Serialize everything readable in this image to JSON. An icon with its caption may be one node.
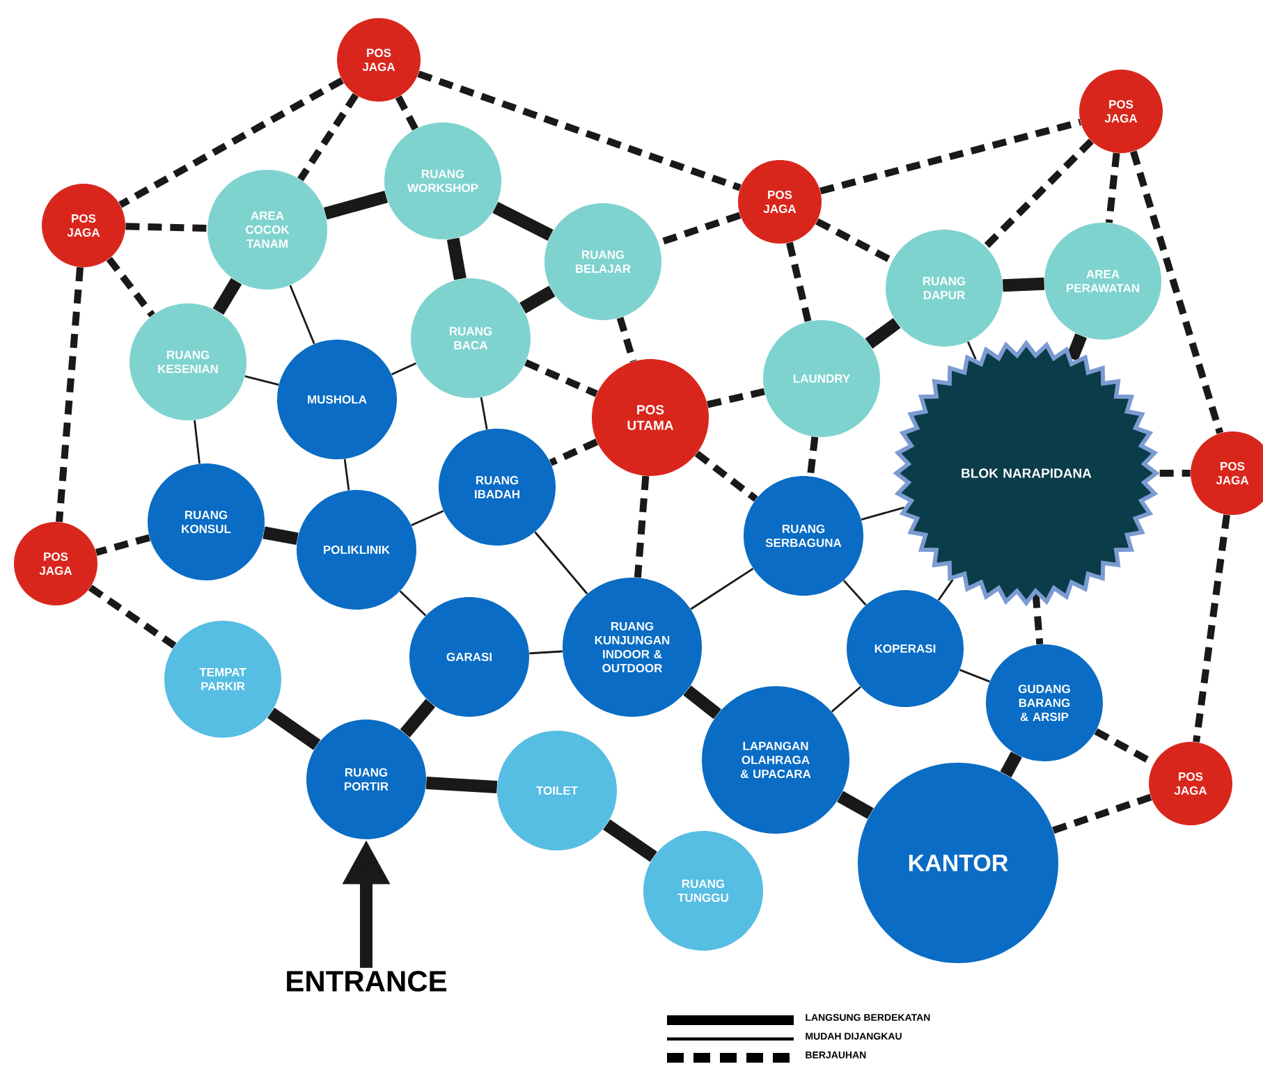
{
  "diagram": {
    "nodes": [
      {
        "text": [
          "POS JAGA"
        ]
      },
      {
        "text": [
          "POS JAGA"
        ]
      },
      {
        "text": [
          "AREA COCOK TANAM"
        ]
      },
      {
        "text": [
          "RUANG WORKSHOP"
        ]
      },
      {
        "text": [
          "POS JAGA"
        ]
      },
      {
        "text": [
          "POS JAGA"
        ]
      },
      {
        "text": [
          "RUANG BELAJAR"
        ]
      },
      {
        "text": [
          "RUANG DAPUR"
        ]
      },
      {
        "text": [
          "AREA PERAWATAN"
        ]
      },
      {
        "text": [
          "RUANG KESENIAN"
        ]
      },
      {
        "text": [
          "MUSHOLA"
        ]
      },
      {
        "text": [
          "RUANG BACA"
        ]
      },
      {
        "text": [
          "POS UTAMA"
        ]
      },
      {
        "text": [
          "LAUNDRY"
        ]
      },
      {
        "text": [
          "BLOK NARAPIDANA"
        ]
      },
      {
        "text": [
          "POS JAGA"
        ]
      },
      {
        "text": [
          "RUANG KONSUL"
        ]
      },
      {
        "text": [
          "POLIKLINIK"
        ]
      },
      {
        "text": [
          "RUANG IBADAH"
        ]
      },
      {
        "text": [
          "POS JAGA"
        ]
      },
      {
        "text": [
          "RUANG SERBAGUNA"
        ]
      },
      {
        "text": [
          "TEMPAT PARKIR"
        ]
      },
      {
        "text": [
          "GARASI"
        ]
      },
      {
        "text": [
          "RUANG KUNJUNGAN INDOOR & OUTDOOR"
        ]
      },
      {
        "text": [
          "KOPERASI"
        ]
      },
      {
        "text": [
          "GUDANG BARANG & ARSIP"
        ]
      },
      {
        "text": [
          "RUANG PORTIR"
        ]
      },
      {
        "text": [
          "TOILET"
        ]
      },
      {
        "text": [
          "LAPANGAN OLAHRAGA & UPACARA"
        ]
      },
      {
        "text": [
          "POS JAGA"
        ]
      },
      {
        "text": [
          "RUANG TUNGGU"
        ]
      },
      {
        "text": [
          "KANTOR"
        ]
      },
      {
        "text": [
          "ENTRANCE"
        ]
      }
    ],
    "edges": [
      {
        "from": 0,
        "to": 1,
        "arrow": "none",
        "style": "dashed"
      },
      {
        "from": 0,
        "to": 2,
        "arrow": "none",
        "style": "dashed"
      },
      {
        "from": 0,
        "to": 3,
        "arrow": "none",
        "style": "dashed"
      },
      {
        "from": 0,
        "to": 4,
        "arrow": "none",
        "style": "dashed"
      },
      {
        "from": 1,
        "to": 2,
        "arrow": "none",
        "style": "dashed"
      },
      {
        "from": 1,
        "to": 9,
        "arrow": "none",
        "style": "dashed"
      },
      {
        "from": 1,
        "to": 19,
        "arrow": "none",
        "style": "dashed"
      },
      {
        "from": 2,
        "to": 3,
        "arrow": "none",
        "style": "thick"
      },
      {
        "from": 2,
        "to": 9,
        "arrow": "none",
        "style": "thick"
      },
      {
        "from": 2,
        "to": 10,
        "arrow": "none"
      },
      {
        "from": 3,
        "to": 6,
        "arrow": "none",
        "style": "thick"
      },
      {
        "from": 3,
        "to": 11,
        "arrow": "none",
        "style": "thick"
      },
      {
        "from": 4,
        "to": 6,
        "arrow": "none",
        "style": "dashed"
      },
      {
        "from": 4,
        "to": 5,
        "arrow": "none",
        "style": "dashed"
      },
      {
        "from": 4,
        "to": 7,
        "arrow": "none",
        "style": "dashed"
      },
      {
        "from": 4,
        "to": 13,
        "arrow": "none",
        "style": "dashed"
      },
      {
        "from": 5,
        "to": 7,
        "arrow": "none",
        "style": "dashed"
      },
      {
        "from": 5,
        "to": 8,
        "arrow": "none",
        "style": "dashed"
      },
      {
        "from": 5,
        "to": 15,
        "arrow": "none",
        "style": "dashed"
      },
      {
        "from": 6,
        "to": 11,
        "arrow": "none",
        "style": "thick"
      },
      {
        "from": 6,
        "to": 12,
        "arrow": "none",
        "style": "dashed"
      },
      {
        "from": 7,
        "to": 8,
        "arrow": "none",
        "style": "thick"
      },
      {
        "from": 7,
        "to": 13,
        "arrow": "none",
        "style": "thick"
      },
      {
        "from": 7,
        "to": 14,
        "arrow": "none"
      },
      {
        "from": 8,
        "to": 14,
        "arrow": "none",
        "style": "thick"
      },
      {
        "from": 9,
        "to": 10,
        "arrow": "none"
      },
      {
        "from": 9,
        "to": 16,
        "arrow": "none"
      },
      {
        "from": 10,
        "to": 11,
        "arrow": "none"
      },
      {
        "from": 10,
        "to": 17,
        "arrow": "none"
      },
      {
        "from": 11,
        "to": 12,
        "arrow": "none",
        "style": "dashed"
      },
      {
        "from": 11,
        "to": 18,
        "arrow": "none"
      },
      {
        "from": 12,
        "to": 13,
        "arrow": "none",
        "style": "dashed"
      },
      {
        "from": 12,
        "to": 18,
        "arrow": "none",
        "style": "dashed"
      },
      {
        "from": 12,
        "to": 20,
        "arrow": "none",
        "style": "dashed"
      },
      {
        "from": 12,
        "to": 23,
        "arrow": "none",
        "style": "dashed"
      },
      {
        "from": 13,
        "to": 20,
        "arrow": "none",
        "style": "dashed"
      },
      {
        "from": 14,
        "to": 15,
        "arrow": "none",
        "style": "dashed"
      },
      {
        "from": 14,
        "to": 20,
        "arrow": "none"
      },
      {
        "from": 14,
        "to": 24,
        "arrow": "none"
      },
      {
        "from": 14,
        "to": 25,
        "arrow": "none",
        "style": "dashed"
      },
      {
        "from": 15,
        "to": 29,
        "arrow": "none",
        "style": "dashed"
      },
      {
        "from": 16,
        "to": 17,
        "arrow": "none",
        "style": "thick"
      },
      {
        "from": 16,
        "to": 19,
        "arrow": "none",
        "style": "dashed"
      },
      {
        "from": 17,
        "to": 18,
        "arrow": "none"
      },
      {
        "from": 17,
        "to": 22,
        "arrow": "none"
      },
      {
        "from": 18,
        "to": 23,
        "arrow": "none"
      },
      {
        "from": 19,
        "to": 21,
        "arrow": "none",
        "style": "dashed"
      },
      {
        "from": 20,
        "to": 23,
        "arrow": "none"
      },
      {
        "from": 20,
        "to": 24,
        "arrow": "none"
      },
      {
        "from": 21,
        "to": 26,
        "arrow": "none",
        "style": "thick"
      },
      {
        "from": 22,
        "to": 23,
        "arrow": "none"
      },
      {
        "from": 22,
        "to": 26,
        "arrow": "none",
        "style": "thick"
      },
      {
        "from": 23,
        "to": 28,
        "arrow": "none",
        "style": "thick"
      },
      {
        "from": 24,
        "to": 28,
        "arrow": "none"
      },
      {
        "from": 24,
        "to": 25,
        "arrow": "none"
      },
      {
        "from": 25,
        "to": 31,
        "arrow": "none",
        "style": "thick"
      },
      {
        "from": 25,
        "to": 29,
        "arrow": "none",
        "style": "dashed"
      },
      {
        "from": 26,
        "to": 27,
        "arrow": "none",
        "style": "thick"
      },
      {
        "from": 27,
        "to": 30,
        "arrow": "none",
        "style": "thick"
      },
      {
        "from": 28,
        "to": 31,
        "arrow": "none",
        "style": "thick"
      },
      {
        "from": 29,
        "to": 31,
        "arrow": "none",
        "style": "dashed"
      },
      {
        "from": 32,
        "to": 26,
        "arrow": "to",
        "style": "thick"
      }
    ],
    "legend": [
      {
        "text": "LANGSUNG BERDEKATAN"
      },
      {
        "text": "MUDAH DIJANGKAU"
      },
      {
        "text": "BERJAUHAN"
      }
    ]
  }
}
